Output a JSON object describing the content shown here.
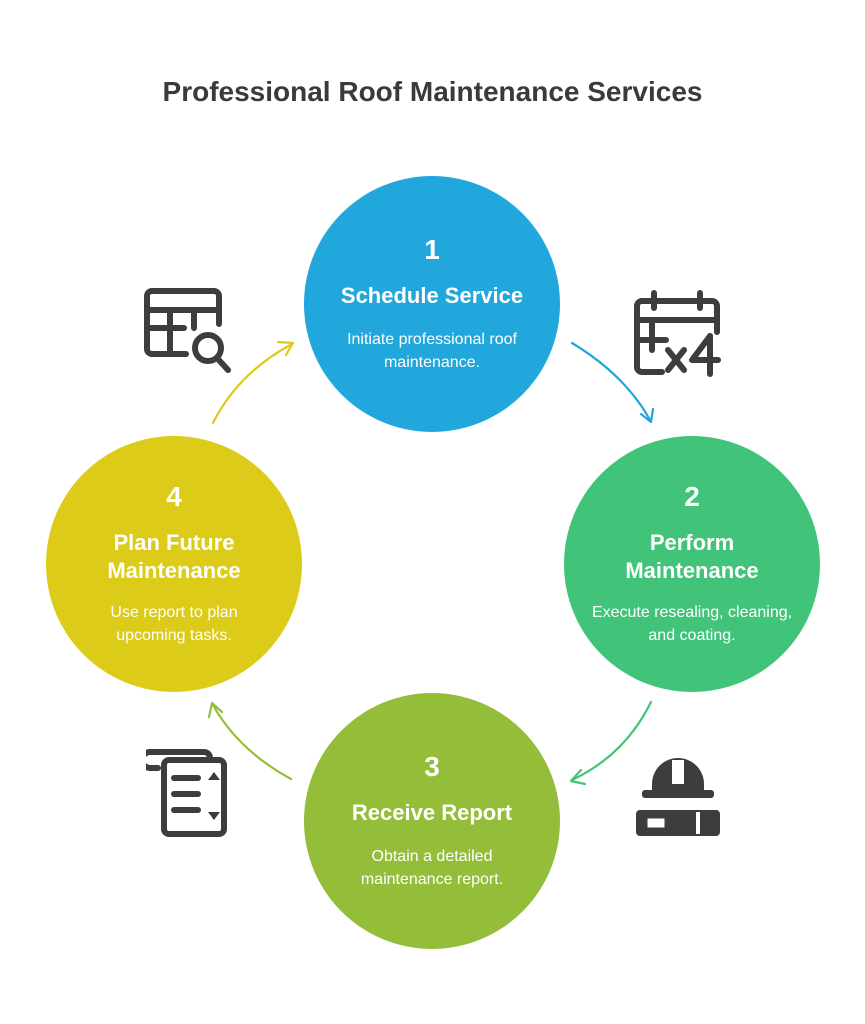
{
  "title": "Professional Roof Maintenance Services",
  "steps": [
    {
      "number": "1",
      "title": "Schedule Service",
      "description": "Initiate professional roof maintenance.",
      "color": "#21a7dc",
      "icon": "calendar-x4-icon"
    },
    {
      "number": "2",
      "title": "Perform Maintenance",
      "description": "Execute resealing, cleaning, and coating.",
      "color": "#41c47a",
      "icon": "hardhat-and-tools-icon"
    },
    {
      "number": "3",
      "title": "Receive Report",
      "description": "Obtain a detailed maintenance report.",
      "color": "#94bd39",
      "icon": "report-document-icon"
    },
    {
      "number": "4",
      "title": "Plan Future Maintenance",
      "description": "Use report to plan upcoming tasks.",
      "color": "#dccb19",
      "icon": "table-search-icon"
    }
  ],
  "icon_color": "#3d3d3d"
}
